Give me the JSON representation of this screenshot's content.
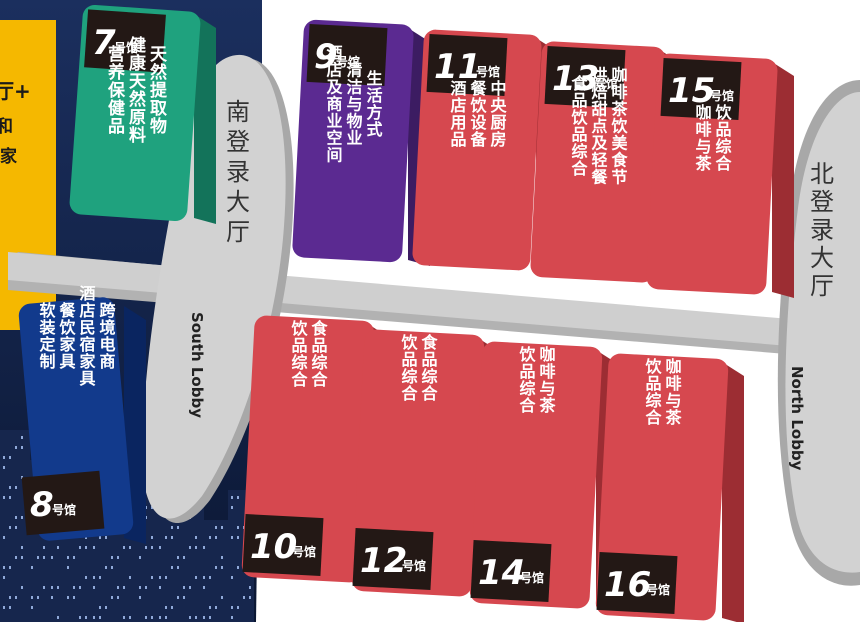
{
  "colors": {
    "night_sky": "#0f1f44",
    "yellow": "#f5b800",
    "green": "#1fa27e",
    "purple": "#5b2a91",
    "navy": "#123a8c",
    "red": "#d6484f",
    "red_side": "#9c2d33",
    "black_tab": "#231815",
    "road": "#cfcfcf",
    "road_edge": "#b2b2b2"
  },
  "hall_suffix": "号馆",
  "partial_yellow": {
    "line1": "厅+",
    "line2": "和",
    "line3": "家"
  },
  "lobbies": {
    "south": {
      "cn": [
        "南",
        "登",
        "录",
        "大",
        "厅"
      ],
      "en": "South Lobby"
    },
    "north": {
      "cn": [
        "北",
        "登",
        "录",
        "大",
        "厅"
      ],
      "en": "North Lobby"
    }
  },
  "halls": [
    {
      "num": "7",
      "color": "green",
      "lines": [
        "天然提取物",
        "健康天然原料",
        "营养保健品"
      ]
    },
    {
      "num": "8",
      "color": "navy",
      "lines": [
        "跨境电商",
        "酒店民宿家具",
        "餐饮家具",
        "软装定制"
      ]
    },
    {
      "num": "9",
      "color": "purple",
      "lines": [
        "生活方式",
        "清洁与物业",
        "酒店及商业空间"
      ]
    },
    {
      "num": "10",
      "color": "red",
      "lines": [
        "食品综合",
        "饮品综合"
      ]
    },
    {
      "num": "11",
      "color": "red",
      "lines": [
        "中央厨房",
        "餐饮设备",
        "酒店用品"
      ]
    },
    {
      "num": "12",
      "color": "red",
      "lines": [
        "食品综合",
        "饮品综合"
      ]
    },
    {
      "num": "13",
      "color": "red",
      "lines": [
        "咖啡茶饮美食节",
        "烘焙甜点及轻餐",
        "食品饮品综合"
      ]
    },
    {
      "num": "14",
      "color": "red",
      "lines": [
        "咖啡与茶",
        "饮品综合"
      ]
    },
    {
      "num": "15",
      "color": "red",
      "lines": [
        "饮品综合",
        "咖啡与茶"
      ]
    },
    {
      "num": "16",
      "color": "red",
      "lines": [
        "咖啡与茶",
        "饮品综合"
      ]
    }
  ]
}
